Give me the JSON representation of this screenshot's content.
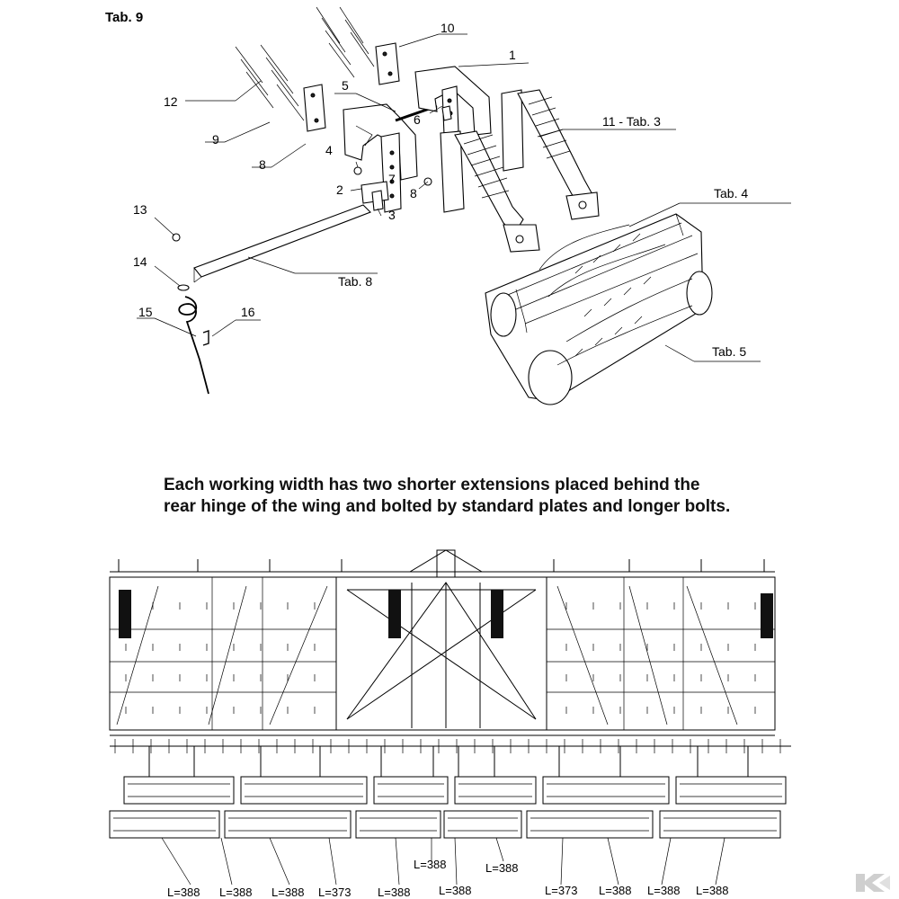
{
  "top_diagram": {
    "title": "Tab. 9",
    "callouts": [
      "1",
      "2",
      "3",
      "4",
      "5",
      "6",
      "7",
      "8",
      "8",
      "9",
      "10",
      "11 - Tab. 3",
      "12",
      "13",
      "14",
      "15",
      "16",
      "Tab. 4",
      "Tab. 5",
      "Tab. 8"
    ]
  },
  "caption": {
    "line1": "Each working width has two shorter extensions placed behind the",
    "line2": "rear hinge of the wing and bolted by standard plates and longer bolts."
  },
  "bottom_diagram": {
    "length_labels": [
      "L=388",
      "L=388",
      "L=388",
      "L=373",
      "L=388",
      "L=388",
      "L=373",
      "L=388",
      "L=388",
      "L=388"
    ],
    "center_labels": [
      "L=388",
      "L=388"
    ]
  }
}
